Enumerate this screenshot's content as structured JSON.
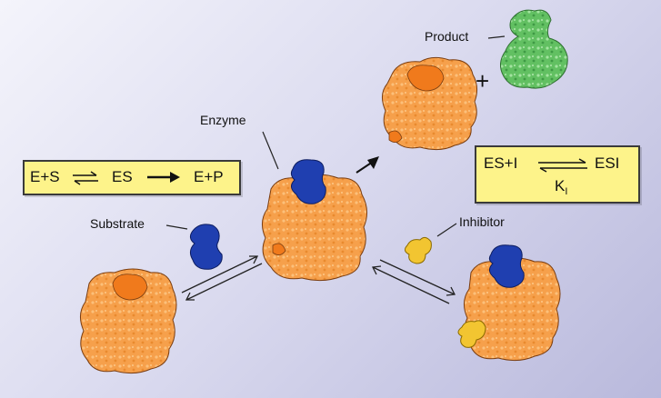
{
  "labels": {
    "product": "Product",
    "enzyme": "Enzyme",
    "substrate": "Substrate",
    "inhibitor": "Inhibitor",
    "plus": "+"
  },
  "equation_left": {
    "es_in": "E+S",
    "es": "ES",
    "ep": "E+P"
  },
  "equation_right": {
    "esi_in": "ES+I",
    "esi": "ESI",
    "k": "K",
    "k_sub": "I"
  },
  "colors": {
    "enzyme": "#f5a04a",
    "pocket": "#f07a1c",
    "substrate": "#1f3fb0",
    "inhibitor": "#f2c531",
    "product": "#5fbf5f",
    "box": "#fdf38a"
  }
}
